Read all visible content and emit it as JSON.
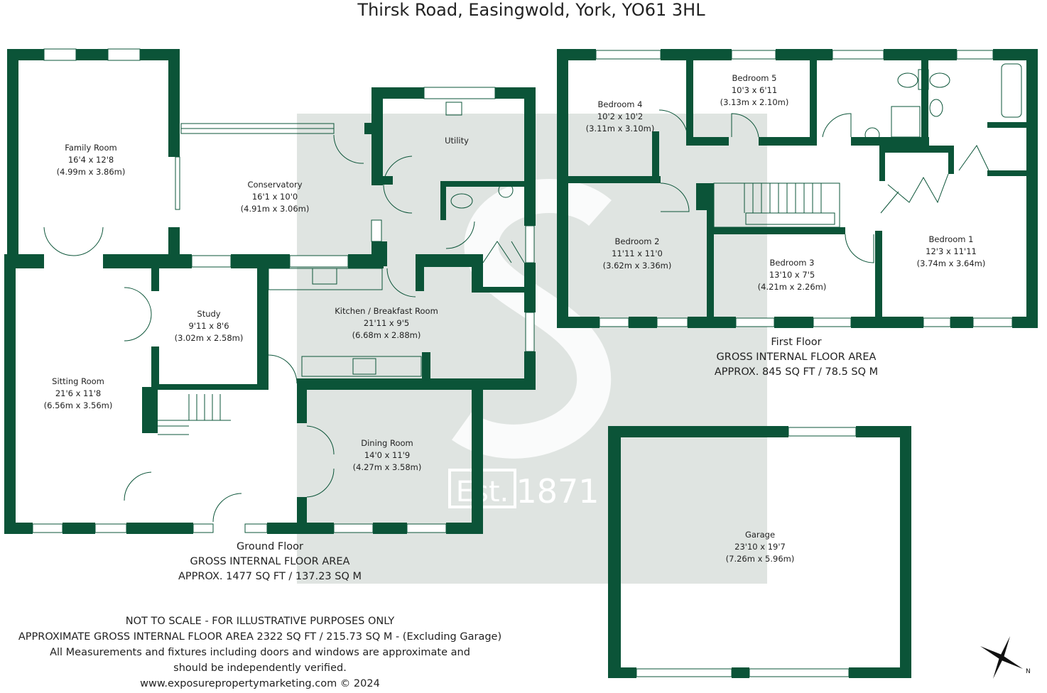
{
  "title": "Thirsk Road, Easingwold, York, YO61 3HL",
  "colors": {
    "wall": "#0b5438",
    "watermark": "#dfe4e1",
    "window": "#ffffff"
  },
  "watermark": {
    "text": "Est. 1871",
    "letter": "S"
  },
  "ground_floor": {
    "label": "Ground Floor",
    "area_heading": "GROSS INTERNAL FLOOR AREA",
    "area": "APPROX. 1477 SQ FT / 137.23 SQ M",
    "rooms": [
      {
        "name": "Family Room",
        "imperial": "16'4 x 12'8",
        "metric": "(4.99m x 3.86m)"
      },
      {
        "name": "Conservatory",
        "imperial": "16'1 x 10'0",
        "metric": "(4.91m x 3.06m)"
      },
      {
        "name": "Utility"
      },
      {
        "name": "Study",
        "imperial": "9'11 x 8'6",
        "metric": "(3.02m x 2.58m)"
      },
      {
        "name": "Kitchen / Breakfast Room",
        "imperial": "21'11 x 9'5",
        "metric": "(6.68m x 2.88m)"
      },
      {
        "name": "Sitting Room",
        "imperial": "21'6 x 11'8",
        "metric": "(6.56m x 3.56m)"
      },
      {
        "name": "Dining Room",
        "imperial": "14'0 x 11'9",
        "metric": "(4.27m x 3.58m)"
      }
    ]
  },
  "first_floor": {
    "label": "First Floor",
    "area_heading": "GROSS INTERNAL FLOOR AREA",
    "area": "APPROX. 845 SQ FT / 78.5 SQ M",
    "rooms": [
      {
        "name": "Bedroom 4",
        "imperial": "10'2 x 10'2",
        "metric": "(3.11m x 3.10m)"
      },
      {
        "name": "Bedroom 5",
        "imperial": "10'3 x 6'11",
        "metric": "(3.13m x 2.10m)"
      },
      {
        "name": "Bedroom 2",
        "imperial": "11'11 x 11'0",
        "metric": "(3.62m x 3.36m)"
      },
      {
        "name": "Bedroom 3",
        "imperial": "13'10 x 7'5",
        "metric": "(4.21m x 2.26m)"
      },
      {
        "name": "Bedroom 1",
        "imperial": "12'3 x 11'11",
        "metric": "(3.74m x 3.64m)"
      }
    ]
  },
  "garage": {
    "name": "Garage",
    "imperial": "23'10 x 19'7",
    "metric": "(7.26m x 5.96m)"
  },
  "notes": [
    "NOT TO SCALE - FOR ILLUSTRATIVE PURPOSES ONLY",
    "APPROXIMATE GROSS INTERNAL FLOOR AREA 2322 SQ FT / 215.73 SQ M - (Excluding Garage)",
    "All Measurements and fixtures including doors and windows are approximate and",
    "should be independently verified.",
    "www.exposurepropertymarketing.com © 2024"
  ],
  "compass": {
    "label": "N"
  }
}
